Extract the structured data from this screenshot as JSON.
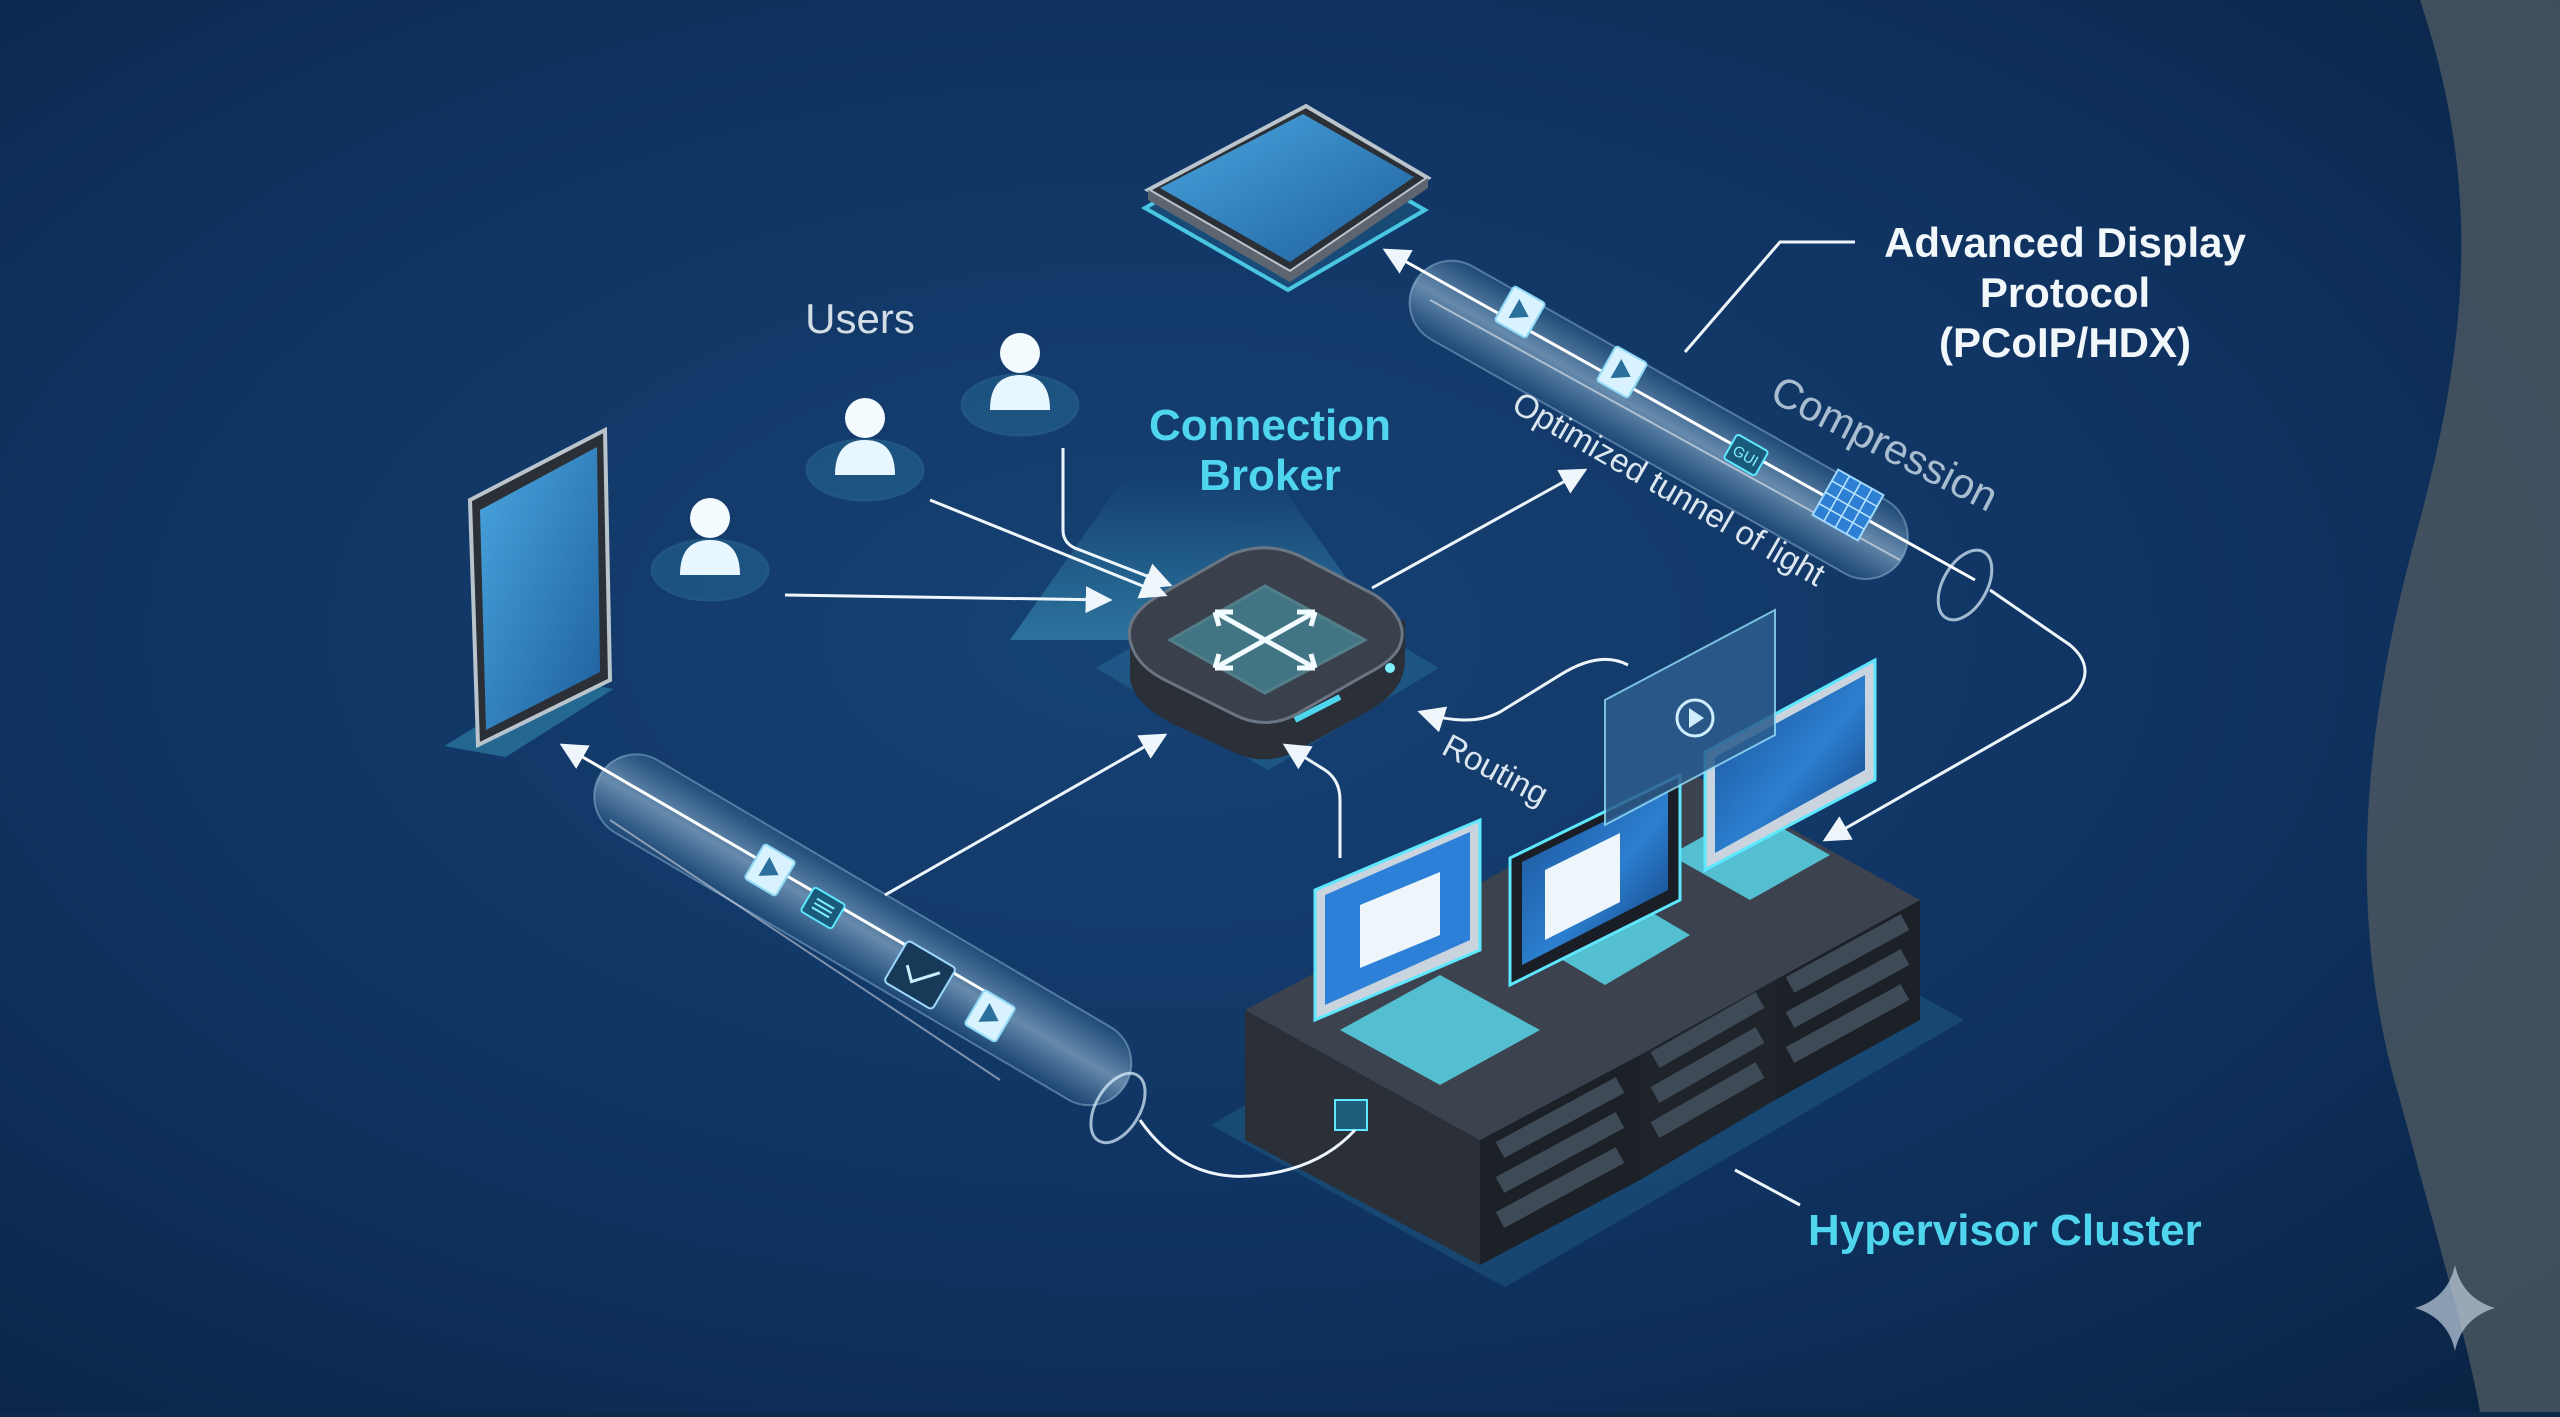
{
  "labels": {
    "users": "Users",
    "connection_broker_line1": "Connection",
    "connection_broker_line2": "Broker",
    "protocol_line1": "Advanced Display",
    "protocol_line2": "Protocol",
    "protocol_line3": "(PCoIP/HDX)",
    "compression": "Compression",
    "tunnel": "Optimized tunnel of light",
    "routing": "Routing",
    "hypervisor_cluster": "Hypervisor Cluster",
    "gui_chip": "GUI"
  },
  "icons": [
    "user-icon",
    "tablet-icon",
    "move-arrows-icon",
    "play-icon",
    "grid-icon",
    "sparkle-icon",
    "server-icon"
  ],
  "colors": {
    "background": "#0d2a4c",
    "accent_cyan": "#4fd6ee",
    "label_white": "#f2f7fb",
    "label_muted": "#a9bdd0",
    "wave": "#4a5660"
  }
}
